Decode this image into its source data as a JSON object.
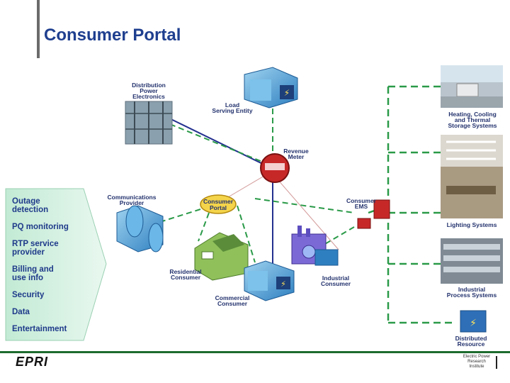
{
  "title": "Consumer Portal",
  "left_panel": {
    "items": [
      "Outage",
      "detection",
      "PQ monitoring",
      "RTP service",
      "provider",
      "Billing and",
      "use info",
      "Security",
      "Data",
      "Entertainment"
    ]
  },
  "nodes": {
    "distribution": [
      "Distribution",
      "Power",
      "Electronics"
    ],
    "load_serving": [
      "Load",
      "Serving Entity"
    ],
    "revenue_meter": [
      "Revenue",
      "Meter"
    ],
    "communications": [
      "Communications",
      "Provider"
    ],
    "consumer_portal": [
      "Consumer",
      "Portal"
    ],
    "consumer_ems": [
      "Consumer",
      "EMS"
    ],
    "residential": [
      "Residential",
      "Consumer"
    ],
    "industrial": [
      "Industrial",
      "Consumer"
    ],
    "commercial": [
      "Commercial",
      "Consumer"
    ]
  },
  "right_items": {
    "hvac": [
      "Heating, Cooling",
      "and Thermal",
      "Storage Systems"
    ],
    "lighting": [
      "Lighting Systems"
    ],
    "industrial_process": [
      "Industrial",
      "Process Systems"
    ],
    "distributed": [
      "Distributed",
      "Resource"
    ]
  },
  "footer": {
    "logo": "EPRI",
    "institute": "Electric Power Research Institute"
  },
  "colors": {
    "title": "#1f3f8f",
    "dash": "#2a9a48",
    "panel": "#c9ecd9"
  }
}
